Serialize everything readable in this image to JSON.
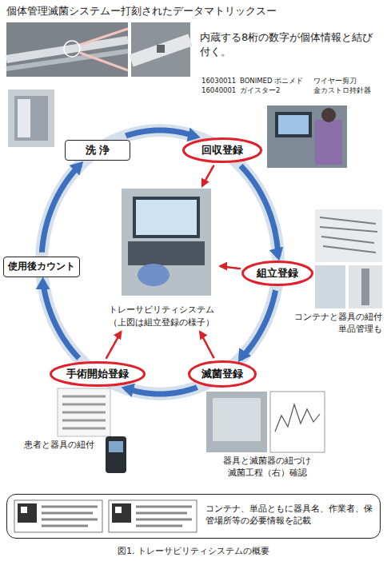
{
  "diagram": {
    "title": "個体管理滅菌システムー打刻されたデータマトリックスー",
    "caption": "図1. トレーサビリティシステムの概要",
    "nodes": [
      {
        "text": [
          "洗 浄"
        ]
      },
      {
        "text": [
          "回収登録"
        ]
      },
      {
        "text": [
          "トレーサビリティシステム",
          "（上図は組立登録の様子）"
        ]
      },
      {
        "text": [
          "使用後カウント"
        ]
      },
      {
        "text": [
          "組立登録"
        ]
      },
      {
        "text": [
          "手術開始登録"
        ]
      },
      {
        "text": [
          "滅菌登録"
        ]
      },
      {
        "text": [
          "コンテナ、単品ともに器具名、作業者、保管場所等の必要情報を記載"
        ]
      }
    ],
    "edges": [
      {
        "from": 0,
        "to": 1,
        "arrow": "to"
      },
      {
        "from": 1,
        "to": 4,
        "arrow": "to"
      },
      {
        "from": 4,
        "to": 6,
        "arrow": "to"
      },
      {
        "from": 6,
        "to": 5,
        "arrow": "to"
      },
      {
        "from": 5,
        "to": 3,
        "arrow": "to"
      },
      {
        "from": 3,
        "to": 0,
        "arrow": "to"
      },
      {
        "from": 1,
        "to": 2,
        "arrow": "to"
      },
      {
        "from": 4,
        "to": 2,
        "arrow": "to"
      },
      {
        "from": 6,
        "to": 2,
        "arrow": "to"
      },
      {
        "from": 5,
        "to": 2,
        "arrow": "to"
      }
    ],
    "labels": [
      "内蔵する8桁の数字が個体情報と結び付く。",
      "16030011",
      "BONIMED ボニメド",
      "ワイヤー剪刀",
      "16040001",
      "ガイスター2",
      "金カストロ持針器",
      "コンテナと器具の紐付 単品管理も",
      "器具と滅菌器の紐づけ 滅菌工程（右）確認",
      "患者と器具の紐付"
    ]
  }
}
